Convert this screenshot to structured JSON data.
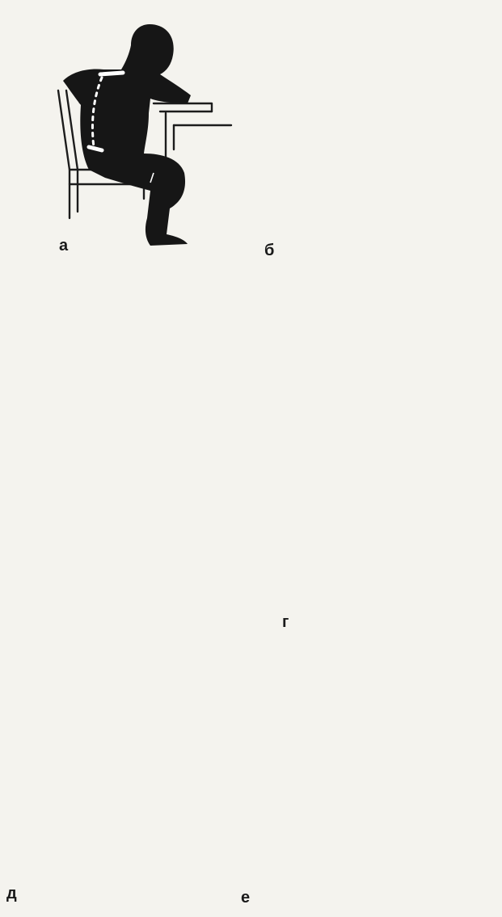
{
  "panels": [
    {
      "id": "a",
      "label": "а"
    },
    {
      "id": "b",
      "label": "б"
    },
    {
      "id": "v",
      "label": ""
    },
    {
      "id": "g",
      "label": "г"
    },
    {
      "id": "d",
      "label": "д"
    },
    {
      "id": "e",
      "label": "е"
    }
  ],
  "colors": {
    "background": "#f4f3ee",
    "silhouette": "#161616",
    "marks": "#ffffff",
    "lines": "#1c1c1c"
  }
}
